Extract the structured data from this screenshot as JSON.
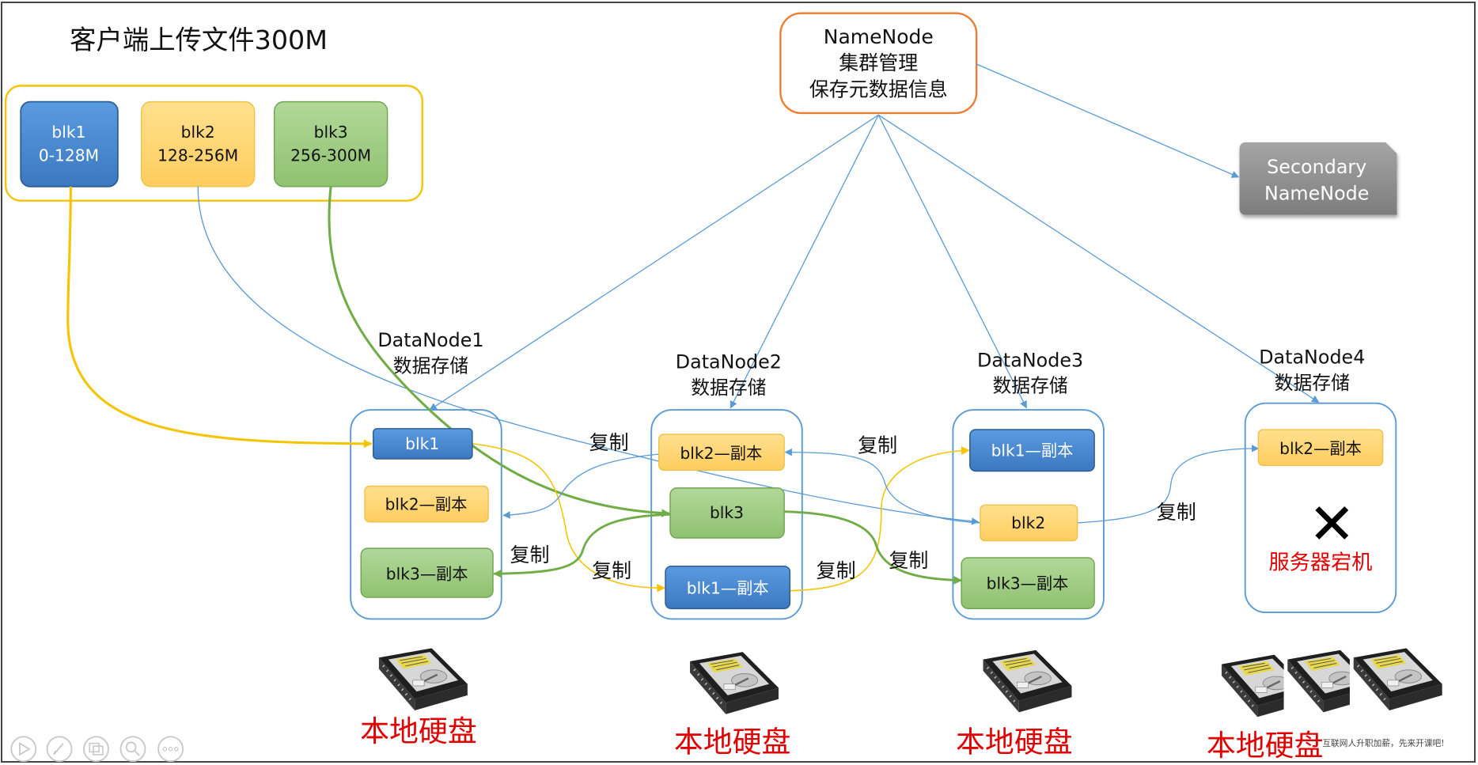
{
  "title": "客户端上传文件300M",
  "client_blocks": [
    {
      "name": "blk1",
      "range": "0-128M"
    },
    {
      "name": "blk2",
      "range": "128-256M"
    },
    {
      "name": "blk3",
      "range": "256-300M"
    }
  ],
  "namenode": {
    "line1": "NameNode",
    "line2": "集群管理",
    "line3": "保存元数据信息"
  },
  "secondary": {
    "line1": "Secondary",
    "line2": "NameNode"
  },
  "datanodes": [
    {
      "name": "DataNode1",
      "role": "数据存储",
      "blocks": [
        "blk1",
        "blk2—副本",
        "blk3—副本"
      ]
    },
    {
      "name": "DataNode2",
      "role": "数据存储",
      "blocks": [
        "blk2—副本",
        "blk3",
        "blk1—副本"
      ]
    },
    {
      "name": "DataNode3",
      "role": "数据存储",
      "blocks": [
        "blk1—副本",
        "blk2",
        "blk3—副本"
      ]
    },
    {
      "name": "DataNode4",
      "role": "数据存储",
      "blocks": [
        "blk2—副本"
      ],
      "down_text": "服务器宕机",
      "down_mark": "✕"
    }
  ],
  "copy_label": "复制",
  "disk_label": "本地硬盘",
  "watermark": "互联网人升职加薪，先来开课吧!",
  "colors": {
    "blue_fill": "#4a89d3",
    "orange_fill": "#ffd675",
    "green_fill": "#9ccc7f",
    "client_border": "#f5c400",
    "namenode_border": "#ed7d31",
    "datanode_border": "#5b9bd5",
    "down_red": "#e00000",
    "secondary_fill": "#8c8c8c"
  }
}
